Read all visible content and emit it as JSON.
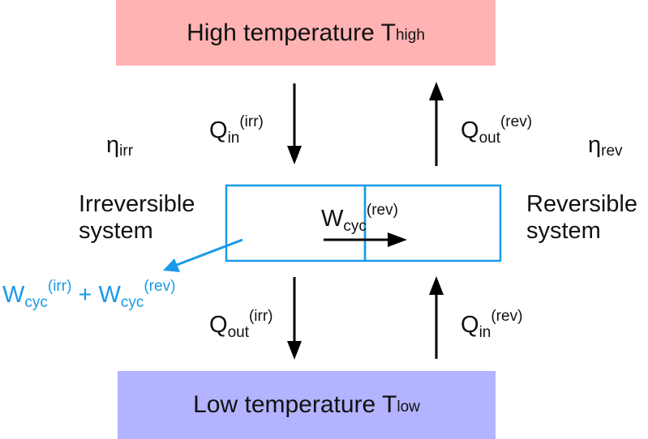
{
  "reservoirs": {
    "high": {
      "label": "High temperature T",
      "subscript": "high",
      "color": "#ffb3b3"
    },
    "low": {
      "label": "Low temperature T",
      "subscript": "low",
      "color": "#b3b3ff"
    }
  },
  "efficiency": {
    "irreversible": {
      "symbol": "η",
      "subscript": "irr"
    },
    "reversible": {
      "symbol": "η",
      "subscript": "rev"
    }
  },
  "systems": {
    "irreversible": {
      "line1": "Irreversible",
      "line2": "system"
    },
    "reversible": {
      "line1": "Reversible",
      "line2": "system"
    }
  },
  "flows": {
    "q_in_irr": {
      "base": "Q",
      "sub": "in",
      "sup": "(irr)"
    },
    "q_out_rev": {
      "base": "Q",
      "sub": "out",
      "sup": "(rev)"
    },
    "q_out_irr": {
      "base": "Q",
      "sub": "out",
      "sup": "(irr)"
    },
    "q_in_rev": {
      "base": "Q",
      "sub": "in",
      "sup": "(rev)"
    },
    "w_cyc_rev": {
      "base": "W",
      "sub": "cyc",
      "sup": "(rev)"
    }
  },
  "net_work": {
    "term1": {
      "base": "W",
      "sub": "cyc",
      "sup": "(irr)"
    },
    "plus": "+",
    "term2": {
      "base": "W",
      "sub": "cyc",
      "sup": "(rev)"
    },
    "color": "#1a9ae8"
  },
  "colors": {
    "engine_box": "#1a9ae8",
    "arrow": "#000000"
  }
}
